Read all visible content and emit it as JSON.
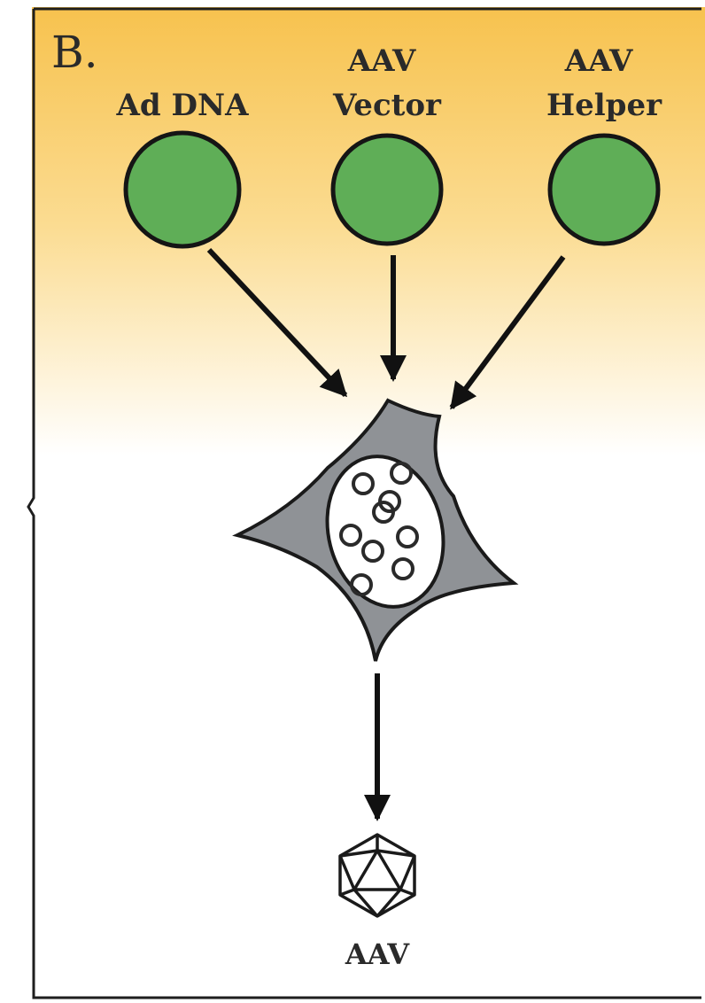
{
  "panel_label": "B.",
  "sources": [
    {
      "line1": "",
      "line2": "Ad DNA",
      "circle_color": "#5fae57"
    },
    {
      "line1": "AAV",
      "line2": "Vector",
      "circle_color": "#5fae57"
    },
    {
      "line1": "AAV",
      "line2": "Helper",
      "circle_color": "#5fae57"
    }
  ],
  "product_label": "AAV",
  "colors": {
    "gradient_top": "#f7c24e",
    "gradient_bottom": "#ffffff",
    "cell_fill": "#8f9296",
    "nucleus_fill": "#ffffff",
    "circle_fill": "#5fae57",
    "outline": "#1a1a1a"
  }
}
